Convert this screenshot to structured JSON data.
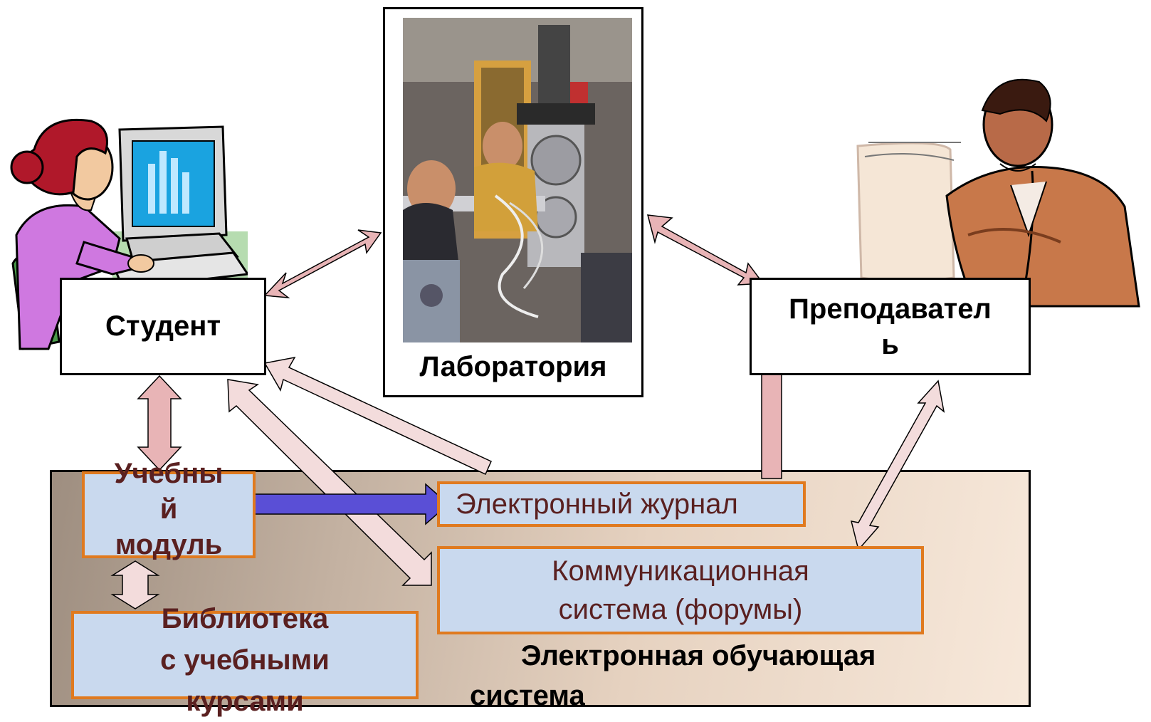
{
  "nodes": {
    "student": "Студент",
    "laboratory": "Лаборатория",
    "teacher_line1": "Преподавател",
    "teacher_line2": "ь",
    "module_line1": "Учебны",
    "module_line2": "й",
    "module_line3": "модуль",
    "library_line1": "Библиотека",
    "library_line2": "с учебными",
    "library_line3": "курсами",
    "ejournal": "Электронный журнал",
    "comm_line1": "Коммуникационная",
    "comm_line2": "система (форумы)",
    "elearning_line1": "Электронная обучающая",
    "elearning_line2": "система"
  },
  "colors": {
    "arrow_pink": "#e8b4b6",
    "arrow_light": "#f3dcdc",
    "arrow_blue": "#5a4fd6",
    "box_fill": "#c9d9ee",
    "box_border": "#e07a1f",
    "panel_left": "#a09080",
    "panel_right": "#f5e4d4",
    "text_maroon": "#5a2020"
  },
  "icons": [
    "student-at-computer-icon",
    "laboratory-photo",
    "teacher-at-computer-icon"
  ]
}
